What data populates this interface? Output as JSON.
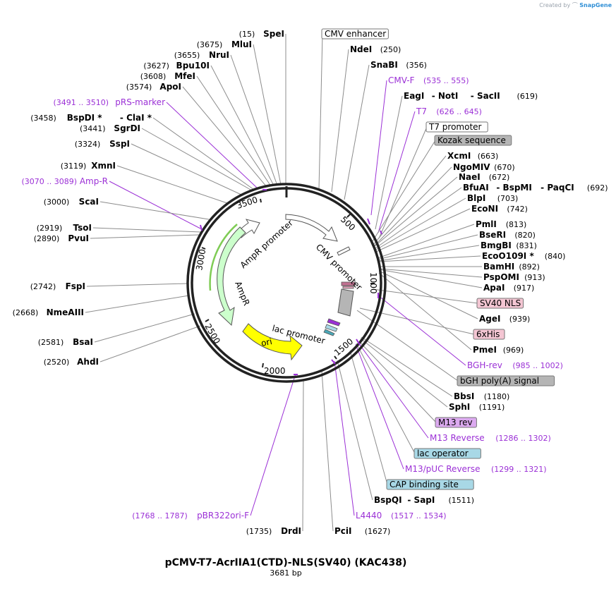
{
  "credit": {
    "prefix": "Created by",
    "brand": "SnapGene"
  },
  "plasmid": {
    "name": "pCMV-T7-AcrIIA1(CTD)-NLS(SV40) (KAC438)",
    "size": "3681 bp"
  },
  "ticks": [
    "500",
    "1000",
    "1500",
    "2000",
    "2500",
    "3000",
    "3500"
  ],
  "features": [
    "CMV promoter",
    "AmpR promoter",
    "AmpR",
    "ori",
    "lac promoter"
  ],
  "right_labels": [
    {
      "kind": "box",
      "text": "CMV enhancer"
    },
    {
      "kind": "enzyme",
      "name": "NdeI",
      "pos": "(250)"
    },
    {
      "kind": "enzyme",
      "name": "SnaBI",
      "pos": "(356)"
    },
    {
      "kind": "primer",
      "name": "CMV-F",
      "pos": "(535 .. 555)"
    },
    {
      "kind": "enzyme3",
      "parts": [
        "EagI",
        "- NotI",
        "- SacII"
      ],
      "pos": "(619)"
    },
    {
      "kind": "primer",
      "name": "T7",
      "pos": "(626 .. 645)"
    },
    {
      "kind": "box",
      "text": "T7 promoter"
    },
    {
      "kind": "boxgray",
      "text": "Kozak sequence"
    },
    {
      "kind": "enzyme",
      "name": "XcmI",
      "pos": "(663)"
    },
    {
      "kind": "enzyme",
      "name": "NgoMIV",
      "pos": "(670)"
    },
    {
      "kind": "enzyme",
      "name": "NaeI",
      "pos": "(672)"
    },
    {
      "kind": "enzyme3",
      "parts": [
        "BfuAI",
        "- BspMI",
        "- PaqCI"
      ],
      "pos": "(692)"
    },
    {
      "kind": "enzyme",
      "name": "BlpI",
      "pos": "(703)"
    },
    {
      "kind": "enzyme",
      "name": "EcoNI",
      "pos": "(742)"
    },
    {
      "kind": "enzyme",
      "name": "PmlI",
      "pos": "(813)"
    },
    {
      "kind": "enzyme",
      "name": "BseRI",
      "pos": "(820)"
    },
    {
      "kind": "enzyme",
      "name": "BmgBI",
      "pos": "(831)"
    },
    {
      "kind": "enzyme",
      "name": "EcoO109I *",
      "pos": "(840)"
    },
    {
      "kind": "enzyme",
      "name": "BamHI",
      "pos": "(892)"
    },
    {
      "kind": "enzyme",
      "name": "PspOMI",
      "pos": "(913)"
    },
    {
      "kind": "enzyme",
      "name": "ApaI",
      "pos": "(917)"
    },
    {
      "kind": "boxpink",
      "text": "SV40 NLS"
    },
    {
      "kind": "enzyme",
      "name": "AgeI",
      "pos": "(939)"
    },
    {
      "kind": "boxpink",
      "text": "6xHis"
    },
    {
      "kind": "enzyme",
      "name": "PmeI",
      "pos": "(969)"
    },
    {
      "kind": "primer",
      "name": "BGH-rev",
      "pos": "(985 .. 1002)"
    },
    {
      "kind": "boxgray",
      "text": "bGH poly(A) signal"
    },
    {
      "kind": "enzyme",
      "name": "BbsI",
      "pos": "(1180)"
    },
    {
      "kind": "enzyme",
      "name": "SphI",
      "pos": "(1191)"
    },
    {
      "kind": "boxviolet",
      "text": "M13 rev"
    },
    {
      "kind": "primer",
      "name": "M13 Reverse",
      "pos": "(1286 .. 1302)"
    },
    {
      "kind": "boxblue",
      "text": "lac operator"
    },
    {
      "kind": "primer",
      "name": "M13/pUC Reverse",
      "pos": "(1299 .. 1321)"
    },
    {
      "kind": "boxblue",
      "text": "CAP binding site"
    },
    {
      "kind": "enzyme2",
      "parts": [
        "BspQI",
        "- SapI"
      ],
      "pos": "(1511)"
    },
    {
      "kind": "primer",
      "name": "L4440",
      "pos": "(1517 .. 1534)"
    },
    {
      "kind": "enzyme",
      "name": "PciI",
      "pos": "(1627)"
    }
  ],
  "left_labels": [
    {
      "kind": "enzyme",
      "name": "SpeI",
      "pos": "(15)"
    },
    {
      "kind": "enzyme",
      "name": "MluI",
      "pos": "(3675)"
    },
    {
      "kind": "enzyme",
      "name": "NruI",
      "pos": "(3655)"
    },
    {
      "kind": "enzyme",
      "name": "Bpu10I",
      "pos": "(3627)"
    },
    {
      "kind": "enzyme",
      "name": "MfeI",
      "pos": "(3608)"
    },
    {
      "kind": "enzyme",
      "name": "ApoI",
      "pos": "(3574)"
    },
    {
      "kind": "primer",
      "name": "pRS-marker",
      "pos": "(3491 .. 3510)"
    },
    {
      "kind": "enzyme2",
      "parts": [
        "BspDI *",
        "- ClaI *"
      ],
      "pos": "(3458)"
    },
    {
      "kind": "enzyme",
      "name": "SgrDI",
      "pos": "(3441)"
    },
    {
      "kind": "enzyme",
      "name": "SspI",
      "pos": "(3324)"
    },
    {
      "kind": "enzyme",
      "name": "XmnI",
      "pos": "(3119)"
    },
    {
      "kind": "primer",
      "name": "Amp-R",
      "pos": "(3070 .. 3089)"
    },
    {
      "kind": "enzyme",
      "name": "ScaI",
      "pos": "(3000)"
    },
    {
      "kind": "enzyme",
      "name": "TsoI",
      "pos": "(2919)"
    },
    {
      "kind": "enzyme",
      "name": "PvuI",
      "pos": "(2890)"
    },
    {
      "kind": "enzyme",
      "name": "FspI",
      "pos": "(2742)"
    },
    {
      "kind": "enzyme",
      "name": "NmeAIII",
      "pos": "(2668)"
    },
    {
      "kind": "enzyme",
      "name": "BsaI",
      "pos": "(2581)"
    },
    {
      "kind": "enzyme",
      "name": "AhdI",
      "pos": "(2520)"
    },
    {
      "kind": "primer",
      "name": "pBR322ori-F",
      "pos": "(1768 .. 1787)"
    },
    {
      "kind": "enzyme",
      "name": "DrdI",
      "pos": "(1735)"
    }
  ],
  "colors": {
    "primer": "#9b30d6",
    "ampr": "#ccffcc",
    "ori": "#ffff00",
    "box_gray": "#b5b5b5",
    "box_pink": "#f4c6d3",
    "box_violet": "#dcaaf0",
    "box_blue": "#a8d8e6",
    "leader": "#8c8c8c"
  }
}
